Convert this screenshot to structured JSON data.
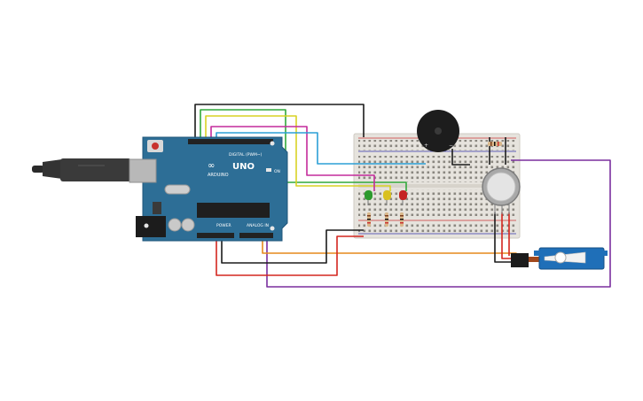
{
  "board": {
    "logo_text": "UNO",
    "brand_text": "ARDUINO",
    "digital_label": "DIGITAL (PWM~)",
    "power_label": "POWER",
    "analog_label": "ANALOG IN",
    "on_label": "ON"
  },
  "buzzer": {
    "plus": "+",
    "minus": "−"
  },
  "colors": {
    "board": "#2d6e96",
    "breadboard": "#e6e3dd",
    "wire_black": "#1c1c1c",
    "wire_red": "#d4261f",
    "wire_green": "#31a83b",
    "wire_yellow": "#d8d224",
    "wire_magenta": "#c42b9b",
    "wire_blue": "#2b9fd6",
    "wire_purple": "#7a2f9e",
    "wire_orange": "#e6891b",
    "servo": "#1f6fb8",
    "led_green": "#2d9a2d",
    "led_yellow": "#d9c01f",
    "led_red": "#c52424"
  },
  "icons": [
    "usb-cable-icon",
    "reset-button-icon",
    "buzzer-icon",
    "gas-sensor-icon",
    "servo-icon"
  ]
}
